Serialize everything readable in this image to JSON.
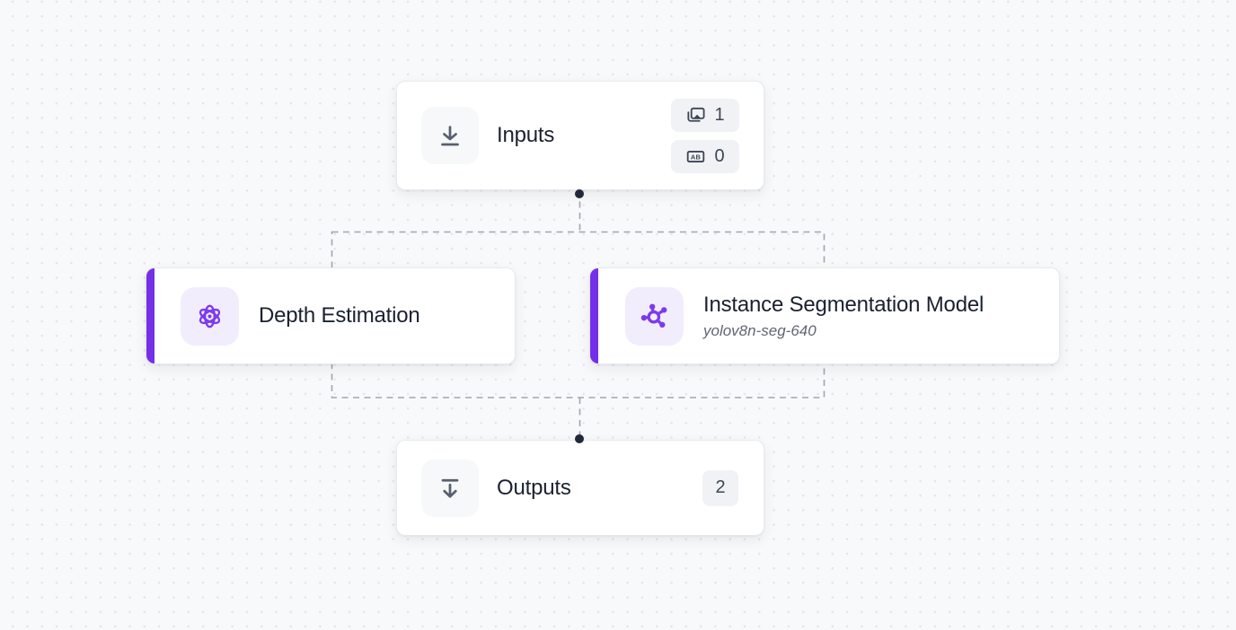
{
  "canvas": {
    "background_color": "#F8F9FA",
    "dot_grid_color": "#E3E5E9",
    "connector_color": "#A0A6B0",
    "handle_color": "#212839",
    "accent_purple": "#7430E8",
    "icon_purple": "#7C3AED"
  },
  "nodes": {
    "inputs": {
      "title": "Inputs",
      "icon": "download-icon",
      "badges": [
        {
          "icon": "images-icon",
          "count": "1"
        },
        {
          "icon": "ab-field-icon",
          "count": "0"
        }
      ]
    },
    "depth_estimation": {
      "title": "Depth Estimation",
      "icon": "atom-icon"
    },
    "instance_segmentation": {
      "title": "Instance Segmentation Model",
      "subtitle": "yolov8n-seg-640",
      "icon": "graph-icon"
    },
    "outputs": {
      "title": "Outputs",
      "icon": "output-down-icon",
      "badge_count": "2"
    }
  }
}
